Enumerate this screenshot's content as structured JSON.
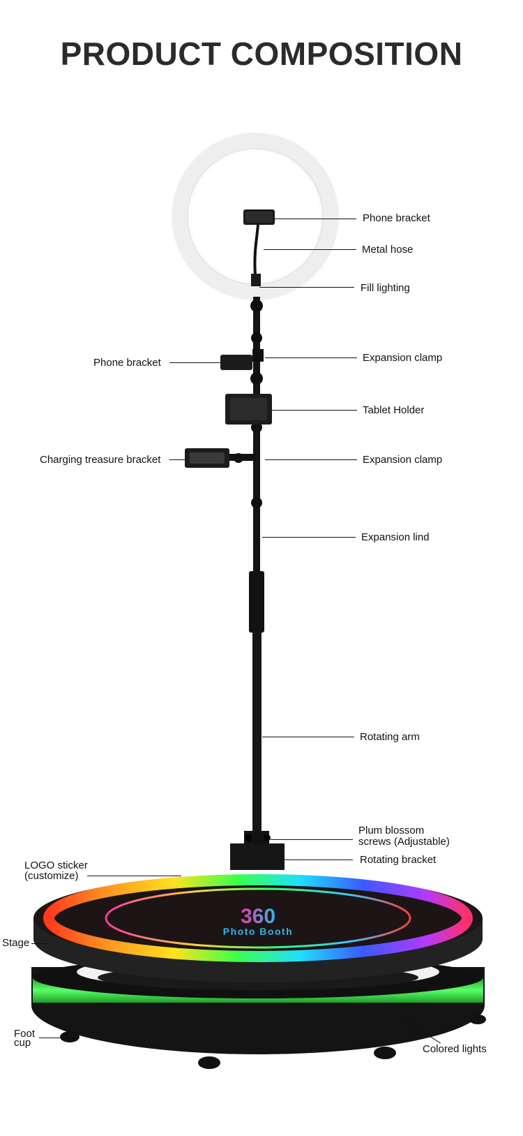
{
  "title": "PRODUCT COMPOSITION",
  "logo": {
    "number": "360",
    "text": "Photo Booth"
  },
  "labels": {
    "phone_bracket_top": "Phone bracket",
    "metal_hose": "Metal hose",
    "fill_lighting": "Fill lighting",
    "phone_bracket_left": "Phone bracket",
    "expansion_clamp_1": "Expansion clamp",
    "tablet_holder": "Tablet Holder",
    "charging_treasure_bracket": "Charging treasure bracket",
    "expansion_clamp_2": "Expansion clamp",
    "expansion_lind": "Expansion lind",
    "rotating_arm": "Rotating arm",
    "plum_blossom_1": "Plum blossom",
    "plum_blossom_2": "screws (Adjustable)",
    "rotating_bracket": "Rotating bracket",
    "logo_sticker_1": "LOGO sticker",
    "logo_sticker_2": "(customize)",
    "stage": "Stage",
    "foot_cup_1": "Foot",
    "foot_cup_2": "cup",
    "colored_lights": "Colored lights"
  },
  "colors": {
    "title": "#2b2b2b",
    "pole": "#111111",
    "ring_light": "#f4f4f4",
    "stage_top": "#1c1415",
    "glow_green": "#39ff4a",
    "logo_pink": "#e83aa8",
    "logo_cyan": "#2fb6e8"
  }
}
